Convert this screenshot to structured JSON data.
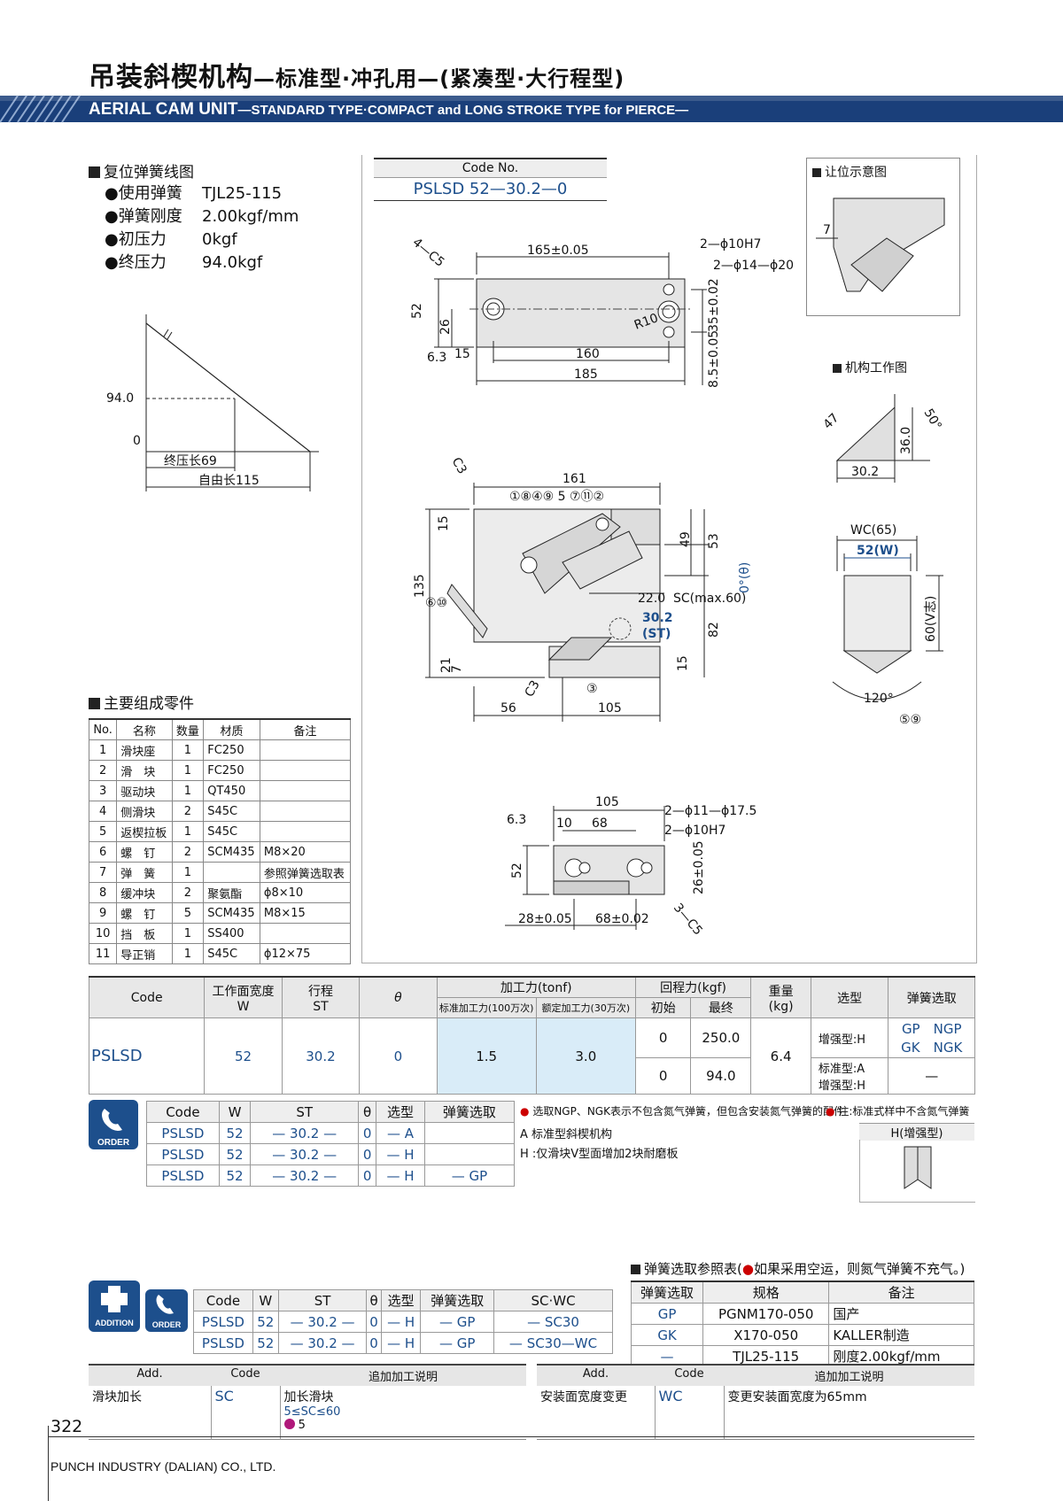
{
  "header": {
    "title_cn": "吊装斜楔机构",
    "title_cn_sub": "—标准型·冲孔用—(紧凑型·大行程型)",
    "title_en": "AERIAL CAM UNIT",
    "title_en_sub": "—STANDARD TYPE·COMPACT and LONG STROKE TYPE for PIERCE—"
  },
  "spring": {
    "section": "复位弹簧线图",
    "items": [
      {
        "label": "●使用弹簧",
        "value": "TJL25-115"
      },
      {
        "label": "●弹簧刚度",
        "value": "2.00kgf/mm"
      },
      {
        "label": "●初压力",
        "value": "0kgf"
      },
      {
        "label": "●终压力",
        "value": "94.0kgf"
      }
    ],
    "graph": {
      "y1": "94.0",
      "y0": "0",
      "compress": "终压长69",
      "free": "自由长115"
    }
  },
  "code_box": {
    "label": "Code No.",
    "value": "PSLSD 52—30.2—0"
  },
  "clearance": {
    "title": "让位示意图",
    "dim": "7"
  },
  "mechanism": {
    "title": "机构工作图",
    "d1": "47",
    "d2": "36.0",
    "d3": "50°",
    "d4": "30.2"
  },
  "wc": {
    "wc": "WC(65)",
    "w": "52(W)",
    "v": "60(V志)",
    "angle": "120°",
    "parts": "⑤⑨"
  },
  "drawing_top": {
    "chamfer": "4—C5",
    "d165": "165±0.05",
    "h1": "2—ϕ10H7",
    "h2": "2—ϕ14—ϕ20",
    "d52": "52",
    "d26": "26",
    "r10": "R10",
    "d35": "35±0.02",
    "d85": "8.5±0.05",
    "d15": "15",
    "d160": "160",
    "d185": "185",
    "rough": "6.3"
  },
  "drawing_mid": {
    "c3": "C3",
    "d161": "161",
    "callouts": "①⑧④⑨ 5 ⑦⑪②",
    "d15": "15",
    "d135": "135",
    "c610": "⑥⑩",
    "d49": "49",
    "d53": "53",
    "theta": "0°(θ)",
    "d22": "22.0",
    "sc": "SC(max.60)",
    "st": "30.2",
    "st2": "(ST)",
    "d82": "82",
    "d21": "21",
    "d7": "7",
    "c3b": "C3",
    "c3c": "③",
    "d15b": "15",
    "d56": "56",
    "d105": "105"
  },
  "drawing_bot": {
    "d105": "105",
    "d10": "10",
    "d68": "68",
    "h1": "2—ϕ11—ϕ17.5",
    "h2": "2—ϕ10H7",
    "d52": "52",
    "d26": "26±0.05",
    "d28": "28±0.05",
    "d68b": "68±0.02",
    "ch": "3—C5",
    "rough": "6.3"
  },
  "parts": {
    "section": "主要组成零件",
    "headers": [
      "No.",
      "名称",
      "数量",
      "材质",
      "备注"
    ],
    "rows": [
      [
        "1",
        "滑块座",
        "1",
        "FC250",
        ""
      ],
      [
        "2",
        "滑　块",
        "1",
        "FC250",
        ""
      ],
      [
        "3",
        "驱动块",
        "1",
        "QT450",
        ""
      ],
      [
        "4",
        "侧滑块",
        "2",
        "S45C",
        ""
      ],
      [
        "5",
        "返楔拉板",
        "1",
        "S45C",
        ""
      ],
      [
        "6",
        "螺　钉",
        "2",
        "SCM435",
        "M8×20"
      ],
      [
        "7",
        "弹　簧",
        "1",
        "",
        "参照弹簧选取表"
      ],
      [
        "8",
        "缓冲块",
        "2",
        "聚氨酯",
        "ϕ8×10"
      ],
      [
        "9",
        "螺　钉",
        "5",
        "SCM435",
        "M8×15"
      ],
      [
        "10",
        "挡　板",
        "1",
        "SS400",
        ""
      ],
      [
        "11",
        "导正销",
        "1",
        "S45C",
        "ϕ12×75"
      ]
    ]
  },
  "spec": {
    "h_code": "Code",
    "h_w": "工作面宽度",
    "h_w2": "W",
    "h_st": "行程",
    "h_st2": "ST",
    "h_theta": "θ",
    "h_force": "加工力(tonf)",
    "h_f1": "标准加工力(100万次)",
    "h_f2": "额定加工力(30万次)",
    "h_ret": "回程力(kgf)",
    "h_r1": "初始",
    "h_r2": "最终",
    "h_wt": "重量",
    "h_wt2": "(kg)",
    "h_type": "选型",
    "h_spring": "弹簧选取",
    "code": "PSLSD",
    "w": "52",
    "st": "30.2",
    "theta": "0",
    "f1": "1.5",
    "f2": "3.0",
    "r1a": "0",
    "r2a": "250.0",
    "r1b": "0",
    "r2b": "94.0",
    "wt": "6.4",
    "type_a": "增强型:H",
    "type_b1": "标准型:A",
    "type_b2": "增强型:H",
    "spr_a": "GP　NGP",
    "spr_a2": "GK　NGK",
    "spr_b": "—"
  },
  "order": {
    "icon": "ORDER",
    "headers": [
      "Code",
      "W",
      "ST",
      "θ",
      "选型",
      "弹簧选取"
    ],
    "rows": [
      [
        "PSLSD",
        "52",
        "— 30.2 —",
        "0",
        "— A",
        ""
      ],
      [
        "PSLSD",
        "52",
        "— 30.2 —",
        "0",
        "— H",
        ""
      ],
      [
        "PSLSD",
        "52",
        "— 30.2 —",
        "0",
        "— H",
        "— GP"
      ]
    ],
    "note1": "选取NGP、NGK表示不包含氮气弹簧，但包含安装氮气弹簧的配件",
    "note2": "注:标准式样中不含氮气弹簧",
    "a": "A 标准型斜楔机构",
    "h": "H :仅滑块V型面增加2块耐磨板",
    "h_box": "H(增强型)"
  },
  "spring_table": {
    "title": "弹簧选取参照表(",
    "title2": "如果采用空运，则氮气弹簧不充气。)",
    "headers": [
      "弹簧选取",
      "规格",
      "备注"
    ],
    "rows": [
      [
        "GP",
        "PGNM170-050",
        "国产"
      ],
      [
        "GK",
        "X170-050",
        "KALLER制造"
      ],
      [
        "—",
        "TJL25-115",
        "刚度2.00kgf/mm"
      ]
    ]
  },
  "addition": {
    "icon1": "ADDITION",
    "icon2": "ORDER",
    "headers": [
      "Code",
      "W",
      "ST",
      "θ",
      "选型",
      "弹簧选取",
      "SC·WC"
    ],
    "rows": [
      [
        "PSLSD",
        "52",
        "— 30.2 —",
        "0",
        "— H",
        "— GP",
        "— SC30"
      ],
      [
        "PSLSD",
        "52",
        "— 30.2 —",
        "0",
        "— H",
        "— GP",
        "— SC30—WC"
      ]
    ]
  },
  "add_left": {
    "h1": "Add.",
    "h2": "Code",
    "h3": "追加加工说明",
    "name": "滑块加长",
    "code": "SC",
    "d1": "加长滑块",
    "d2": "5≤SC≤60",
    "d3": "5"
  },
  "add_right": {
    "h1": "Add.",
    "h2": "Code",
    "h3": "追加加工说明",
    "name": "安装面宽度变更",
    "code": "WC",
    "d1": "变更安装面宽度为65mm"
  },
  "footer": {
    "page": "322",
    "company": "PUNCH INDUSTRY (DALIAN) CO., LTD."
  }
}
